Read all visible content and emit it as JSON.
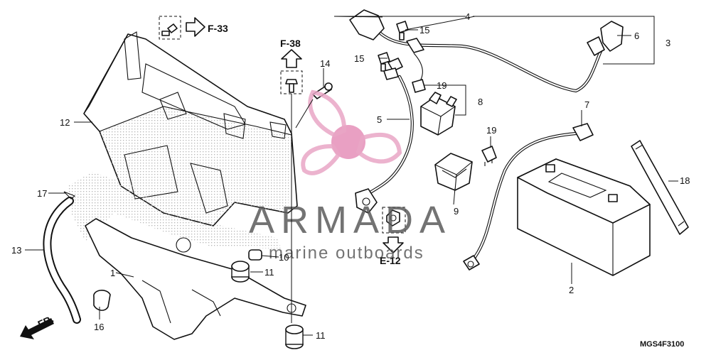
{
  "diagram_code": "MGS4F3100",
  "callouts": {
    "c1": "1",
    "c2": "2",
    "c3": "3",
    "c4": "4",
    "c5": "5",
    "c6": "6",
    "c7": "7",
    "c8": "8",
    "c9": "9",
    "c10": "10",
    "c11a": "11",
    "c11b": "11",
    "c12": "12",
    "c13": "13",
    "c14": "14",
    "c15a": "15",
    "c15b": "15",
    "c16": "16",
    "c17": "17",
    "c18": "18",
    "c19a": "19",
    "c19b": "19"
  },
  "references": {
    "f33": "F-33",
    "f38": "F-38",
    "e12": "E-12"
  },
  "front_marker": "FR.",
  "watermark": {
    "brand": "ARMADA",
    "tagline": "marine outboards",
    "logo_color": "#e9a6c6",
    "hub_color": "#e58fb8"
  },
  "colors": {
    "line": "#111111",
    "dots": "#b5b5b5"
  }
}
